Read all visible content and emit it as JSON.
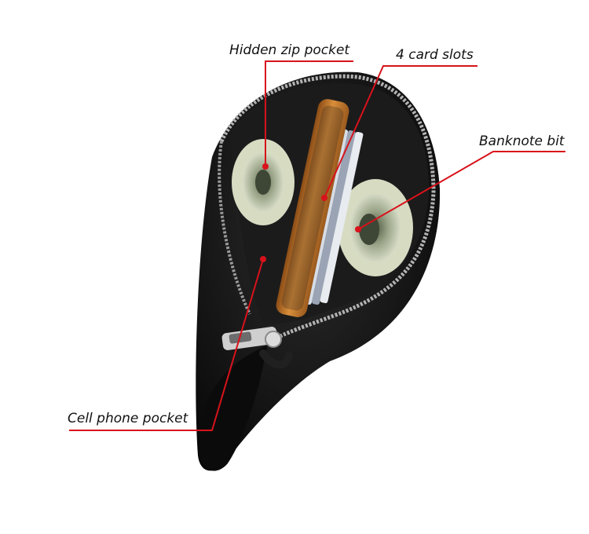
{
  "callouts": {
    "hidden_zip_pocket": "Hidden zip pocket",
    "card_slots": "4 card slots",
    "banknote_bit": "Banknote bit",
    "cell_phone_pocket": "Cell phone pocket"
  },
  "colors": {
    "leader_line": "#d8121b",
    "pouch_leather": "#121212",
    "phone_case": "#c27a2c",
    "banknote": "#cdd2b4",
    "zipper": "#a8a8a8"
  }
}
